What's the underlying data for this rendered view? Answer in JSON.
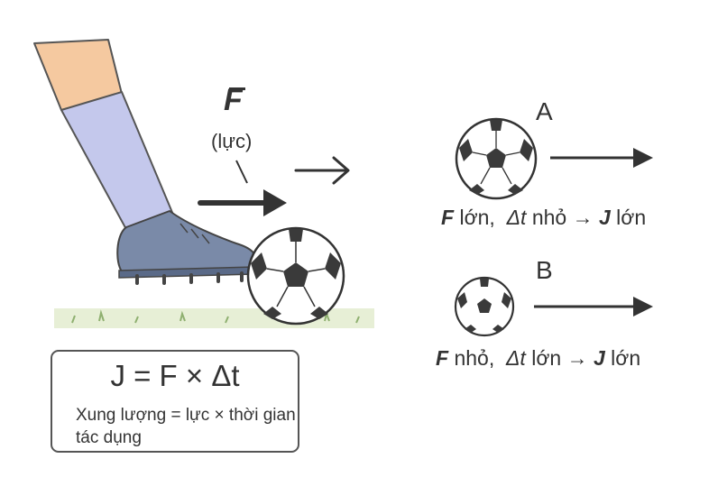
{
  "force": {
    "symbol": "F",
    "label": "(lực)"
  },
  "case_a": {
    "label": "A",
    "caption": {
      "f": "F",
      "f_size": " lớn,  ",
      "dt": "Δt",
      "dt_size": " nhỏ → ",
      "j": "J",
      "j_size": " lớn"
    }
  },
  "case_b": {
    "label": "B",
    "caption": {
      "f": "F",
      "f_size": " nhỏ,  ",
      "dt": "Δt",
      "dt_size": " lớn → ",
      "j": "J",
      "j_size": " lớn"
    }
  },
  "formula": {
    "equation": "J = F × Δt",
    "description": "Xung lượng = lực × thời gian tác dụng"
  },
  "colors": {
    "skin": "#f5c9a0",
    "sock": "#c4c8ec",
    "shoe": "#7a8aa8",
    "grass": "#c6dca6",
    "ink": "#333333",
    "ball_patch": "#3a3a3a"
  }
}
